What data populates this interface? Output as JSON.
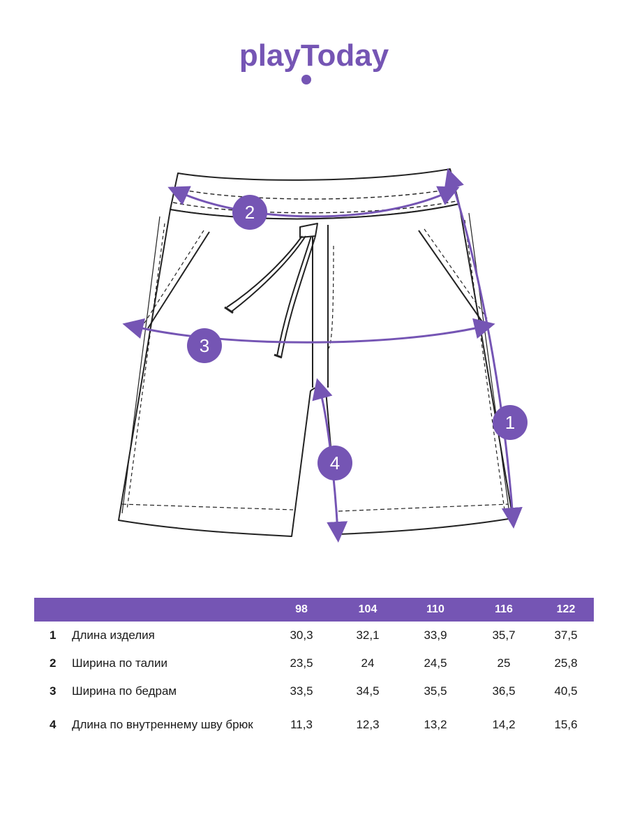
{
  "brand": {
    "logo_text": "playToday",
    "color": "#7555b4"
  },
  "markers": [
    {
      "id": "1",
      "label": "1"
    },
    {
      "id": "2",
      "label": "2"
    },
    {
      "id": "3",
      "label": "3"
    },
    {
      "id": "4",
      "label": "4"
    }
  ],
  "size_table": {
    "sizes": [
      "98",
      "104",
      "110",
      "116",
      "122"
    ],
    "rows": [
      {
        "num": "1",
        "name": "Длина изделия",
        "values": [
          "30,3",
          "32,1",
          "33,9",
          "35,7",
          "37,5"
        ]
      },
      {
        "num": "2",
        "name": "Ширина по талии",
        "values": [
          "23,5",
          "24",
          "24,5",
          "25",
          "25,8"
        ]
      },
      {
        "num": "3",
        "name": "Ширина по бедрам",
        "values": [
          "33,5",
          "34,5",
          "35,5",
          "36,5",
          "40,5"
        ]
      },
      {
        "num": "4",
        "name": "Длина по внутреннему шву брюк",
        "values": [
          "11,3",
          "12,3",
          "13,2",
          "14,2",
          "15,6"
        ]
      }
    ]
  }
}
